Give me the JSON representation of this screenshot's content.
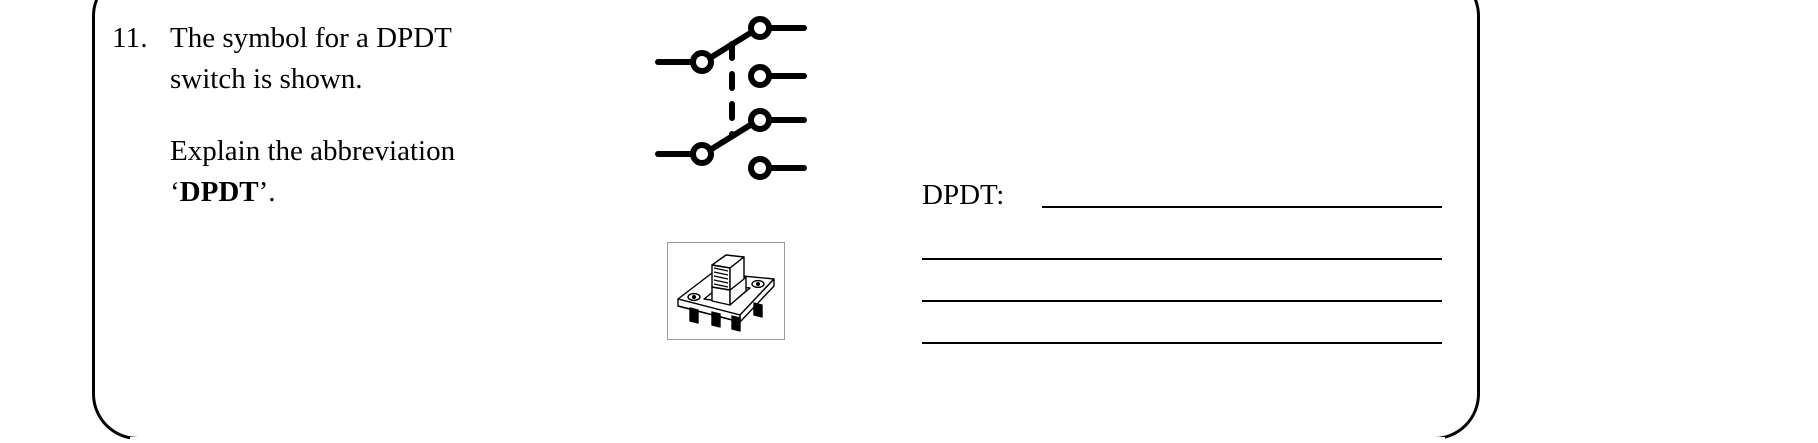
{
  "page": {
    "background_color": "#ffffff",
    "ink_color": "#000000"
  },
  "question": {
    "number": "11.",
    "line_1": "The symbol for a DPDT",
    "line_2": "switch is shown.",
    "line_3_prefix": "Explain the abbreviation",
    "line_4_open_quote": "‘",
    "line_4_abbr": "DPDT",
    "line_4_close_quote": "’."
  },
  "diagram": {
    "name": "dpdt-switch-schematic-symbol",
    "caption": "",
    "poles": 2,
    "throws": 2,
    "terminals": 6,
    "stroke_color": "#000000",
    "dashed_linkage": true
  },
  "photo": {
    "name": "rocker-switch-line-drawing",
    "caption": "",
    "border_color": "#9a9a9a"
  },
  "answer": {
    "label": "DPDT:",
    "line_count": 4,
    "values": [
      "",
      "",
      "",
      ""
    ]
  }
}
